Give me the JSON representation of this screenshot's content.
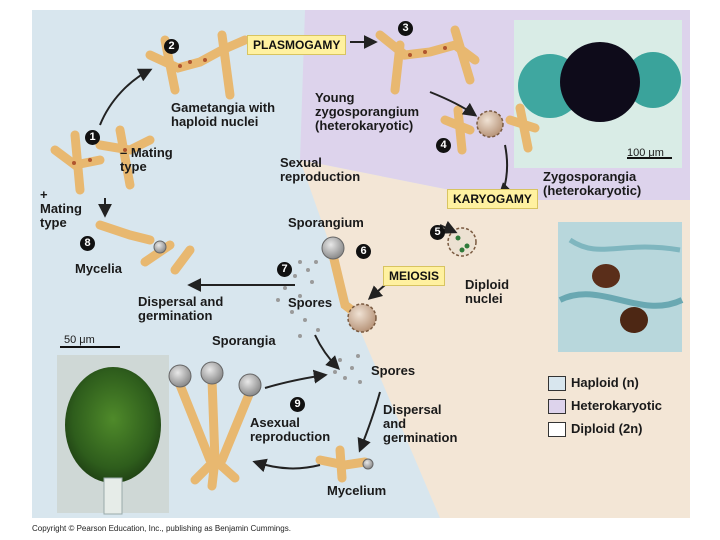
{
  "colors": {
    "haploid": "#d8e6ee",
    "heterokaryotic": "#ddd3ec",
    "diploid": "#f3e6d6",
    "hypha": "#e8b870",
    "tag_bg": "#fff1a0"
  },
  "tags": {
    "plasmogamy": "PLASMOGAMY",
    "karyogamy": "KARYOGAMY",
    "meiosis": "MEIOSIS"
  },
  "labels": {
    "gametangia": "Gametangia with\nhaploid nuclei",
    "minus_mating": "– Mating\ntype",
    "plus_mating": "+\nMating\ntype",
    "young_zygo": "Young\nzygosporangium\n(heterokaryotic)",
    "sexual": "Sexual\nreproduction",
    "zygosporangia": "Zygosporangia\n(heterokaryotic)",
    "scale_100": "100 μm",
    "sporangium": "Sporangium",
    "mycelia": "Mycelia",
    "spores_top": "Spores",
    "dispersal_top": "Dispersal and\ngermination",
    "diploid_nuclei": "Diploid\nnuclei",
    "scale_50": "50 μm",
    "sporangia": "Sporangia",
    "spores_bottom": "Spores",
    "asexual": "Asexual\nreproduction",
    "dispersal_bottom": "Dispersal\nand\ngermination",
    "mycelium": "Mycelium"
  },
  "steps": [
    "1",
    "2",
    "3",
    "4",
    "5",
    "6",
    "7",
    "8",
    "9"
  ],
  "legend": [
    {
      "label": "Haploid (n)",
      "color": "#d8e6ee"
    },
    {
      "label": "Heterokaryotic",
      "color": "#ddd3ec"
    },
    {
      "label": "Diploid (2n)",
      "color": "#ffffff"
    }
  ],
  "copyright": "Copyright © Pearson Education, Inc., publishing as Benjamin Cummings."
}
